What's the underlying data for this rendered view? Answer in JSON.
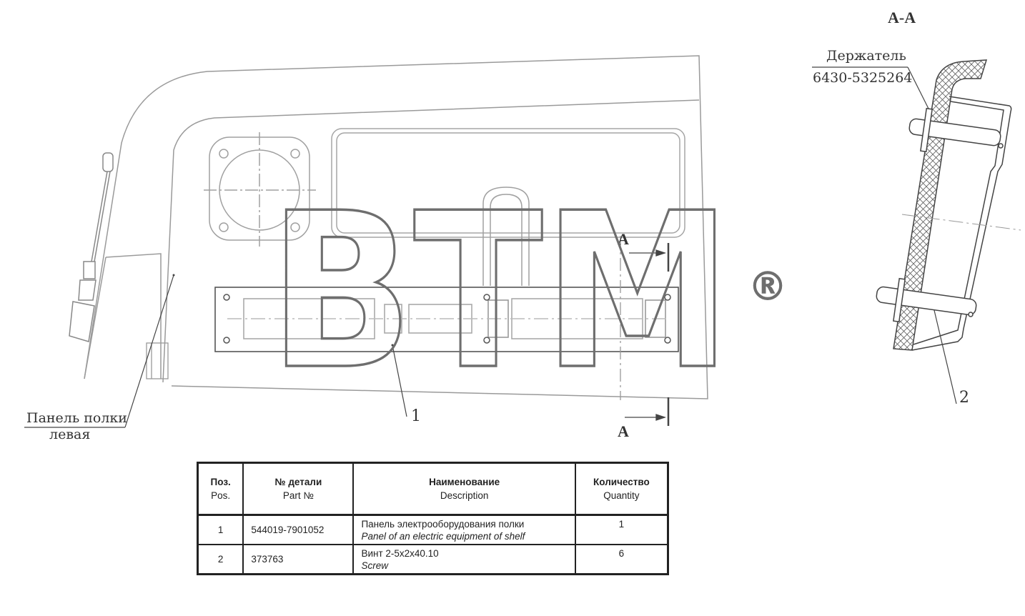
{
  "section_title": "А-А",
  "section_marks": {
    "upper": "A",
    "lower": "A"
  },
  "watermark": {
    "text": "BTM",
    "registered": "®"
  },
  "labels": {
    "holder_name": "Держатель",
    "holder_part": "6430-5325264",
    "shelf_panel_line1": "Панель полки",
    "shelf_panel_line2": "левая",
    "callout_1": "1",
    "callout_2": "2"
  },
  "table": {
    "headers": [
      {
        "ru": "Поз.",
        "en": "Pos."
      },
      {
        "ru": "№ детали",
        "en": "Part №"
      },
      {
        "ru": "Наименование",
        "en": "Description"
      },
      {
        "ru": "Количество",
        "en": "Quantity"
      }
    ],
    "rows": [
      {
        "pos": "1",
        "part": "544019-7901052",
        "name_ru": "Панель электрооборудования полки",
        "name_en": "Panel of an electric equipment of  shelf",
        "qty": "1"
      },
      {
        "pos": "2",
        "part": "373763",
        "name_ru": "Винт 2-5х2х40.10",
        "name_en": "Screw",
        "qty": "6"
      }
    ]
  },
  "colors": {
    "line": "#555555",
    "light_line": "#9a9a9a",
    "watermark": "#6e6e6e"
  }
}
